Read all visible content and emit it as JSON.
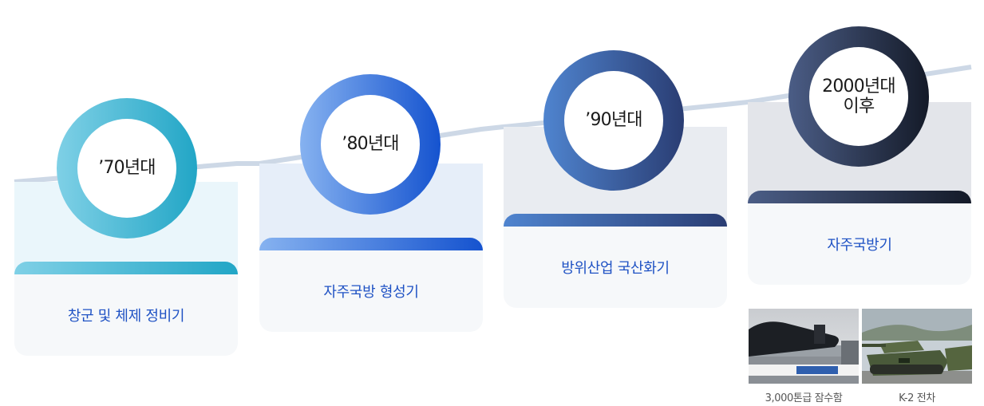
{
  "eras": [
    {
      "label": "’70년대",
      "stage": "창군 및 체제 정비기",
      "ring_colors": [
        "#7fd0e6",
        "#22a6c6"
      ],
      "bar_colors": [
        "#7fd0e6",
        "#22a6c6"
      ],
      "panel_color": "#eaf6fb"
    },
    {
      "label": "’80년대",
      "stage": "자주국방 형성기",
      "ring_colors": [
        "#86b2f0",
        "#1553cf"
      ],
      "bar_colors": [
        "#86b2f0",
        "#1553cf"
      ],
      "panel_color": "#e6eef9"
    },
    {
      "label": "’90년대",
      "stage": "방위산업 국산화기",
      "ring_colors": [
        "#4f84cf",
        "#2a3d73"
      ],
      "bar_colors": [
        "#4f84cf",
        "#2a3d73"
      ],
      "panel_color": "#e9ecf1"
    },
    {
      "label_line1": "2000년대",
      "label_line2": "이후",
      "stage": "자주국방기",
      "ring_colors": [
        "#4b5d86",
        "#141a28"
      ],
      "bar_colors": [
        "#4b5d86",
        "#141a28"
      ],
      "panel_color": "#e3e5ea"
    }
  ],
  "photos": [
    {
      "caption": "3,000톤급 잠수함",
      "icon": "submarine-icon"
    },
    {
      "caption": "K-2 전차",
      "icon": "tank-icon"
    }
  ],
  "colors": {
    "stage_text": "#1f52c4",
    "road_line": "#cdd8e6"
  }
}
